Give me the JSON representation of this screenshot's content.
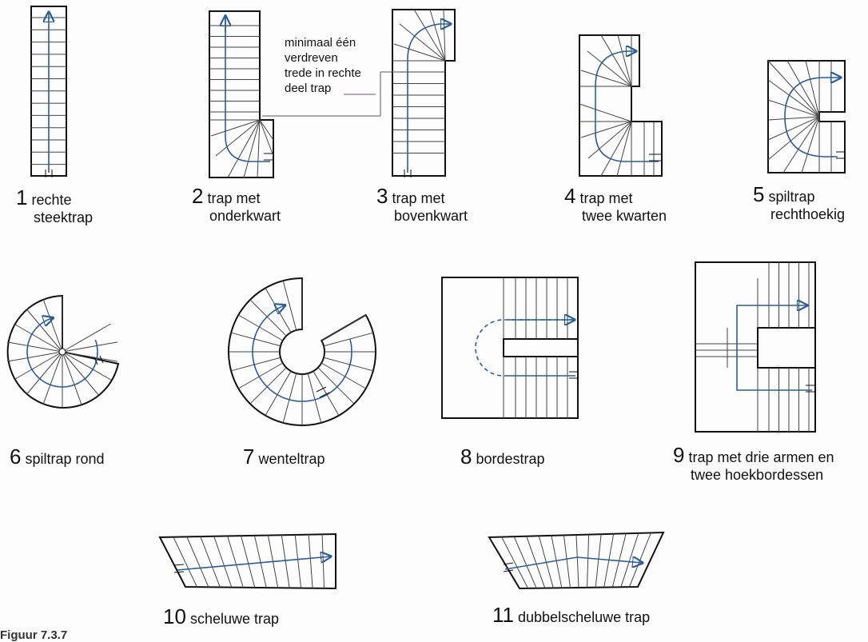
{
  "diagrams": [
    {
      "number": "1",
      "line1": "rechte",
      "line2": "steektrap"
    },
    {
      "number": "2",
      "line1": "trap met",
      "line2": "onderkwart"
    },
    {
      "number": "3",
      "line1": "trap met",
      "line2": "bovenkwart"
    },
    {
      "number": "4",
      "line1": "trap met",
      "line2": "twee kwarten"
    },
    {
      "number": "5",
      "line1": "spiltrap",
      "line2": "rechthoekig"
    },
    {
      "number": "6",
      "line1": "spiltrap rond",
      "line2": ""
    },
    {
      "number": "7",
      "line1": "wenteltrap",
      "line2": ""
    },
    {
      "number": "8",
      "line1": "bordestrap",
      "line2": ""
    },
    {
      "number": "9",
      "line1": "trap met drie armen en",
      "line2": "twee hoekbordessen"
    },
    {
      "number": "10",
      "line1": "scheluwe trap",
      "line2": ""
    },
    {
      "number": "11",
      "line1": "dubbelscheluwe trap",
      "line2": ""
    }
  ],
  "annotation": {
    "lines": [
      "minimaal één",
      "verdreven",
      "trede in rechte",
      "deel trap"
    ]
  },
  "figure_label": "Figuur 7.3.7",
  "colors": {
    "walking_line": "#2a5c9a",
    "outline": "#111111",
    "tread": "#444444",
    "leader": "#7a4a8a"
  }
}
